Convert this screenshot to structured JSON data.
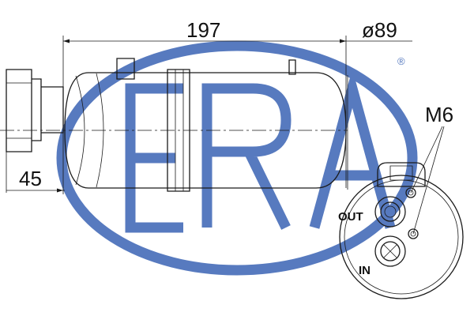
{
  "dimensions": {
    "length": "197",
    "diameter": "ø89",
    "fitting": "45",
    "thread": "M6"
  },
  "ports": {
    "outlet": "OUT",
    "inlet": "IN"
  },
  "colors": {
    "watermark": "#3a63b4",
    "line": "#1a1a1a"
  },
  "watermark": {
    "registered_symbol": "®"
  }
}
